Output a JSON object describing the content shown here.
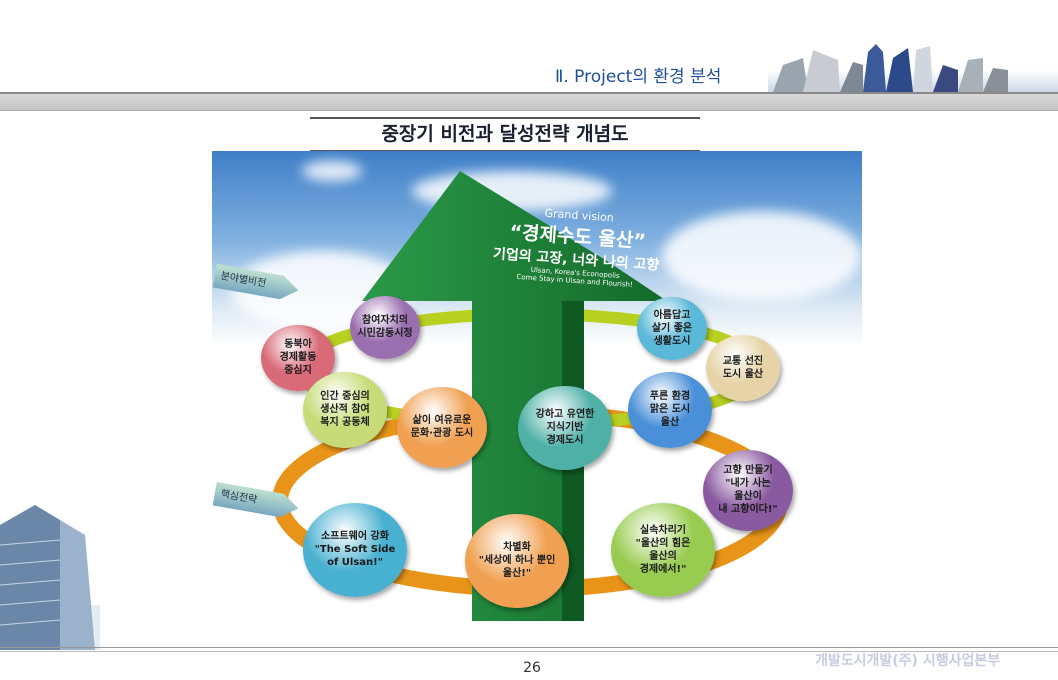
{
  "header": {
    "section_title": "Ⅱ. Project의 환경 분석"
  },
  "slide": {
    "title": "중장기 비전과 달성전략 개념도"
  },
  "diagram": {
    "grand_vision": {
      "label": "Grand vision",
      "headline": "“경제수도 울산”",
      "subheadline": "기업의 고장, 너와 나의 고향",
      "english_line1": "Ulsan, Korea's Econopolis",
      "english_line2": "Come Stay in Ulsan and Flourish!"
    },
    "tags": {
      "vision": "분야별비전",
      "strategy": "핵심전략"
    },
    "visions": [
      {
        "lines": [
          "참여자치의",
          "시민감동시정"
        ],
        "color": "#9a6fb0"
      },
      {
        "lines": [
          "동북아",
          "경제활동",
          "중심지"
        ],
        "color": "#d96a78"
      },
      {
        "lines": [
          "아름답고",
          "살기 좋은",
          "생활도시"
        ],
        "color": "#5ab8d8"
      },
      {
        "lines": [
          "교통 선진",
          "도시 울산"
        ],
        "color": "#e6d4a8"
      },
      {
        "lines": [
          "인간 중심의",
          "생산적 참여",
          "복지 공동체"
        ],
        "color": "#c7dc78"
      },
      {
        "lines": [
          "삶이 여유로운",
          "문화·관광 도시"
        ],
        "color": "#f0a050"
      },
      {
        "lines": [
          "강하고 유연한",
          "지식기반",
          "경제도시"
        ],
        "color": "#4fb0a8"
      },
      {
        "lines": [
          "푸른 환경",
          "맑은 도시",
          "울산"
        ],
        "color": "#4a90d8"
      }
    ],
    "strategies": [
      {
        "lines": [
          "고향 만들기",
          "\"내가 사는",
          "울산이",
          "내 고향이다!\""
        ],
        "color": "#8a5aa0"
      },
      {
        "lines": [
          "소프트웨어 강화",
          "\"The Soft Side",
          "of Ulsan!\""
        ],
        "color": "#48b0d0"
      },
      {
        "lines": [
          "차별화",
          "\"세상에 하나 뿐인",
          "울산!\""
        ],
        "color": "#f0a050"
      },
      {
        "lines": [
          "실속차리기",
          "\"울산의 힘은",
          "울산의",
          "경제에서!\""
        ],
        "color": "#98cc50"
      }
    ],
    "colors": {
      "arrow": "#1f8a3a",
      "upper_ring": "#b8d020",
      "lower_ring": "#e89418"
    }
  },
  "footer": {
    "page_number": "26",
    "company": "개발도시개발(주) 시행사업본부"
  }
}
